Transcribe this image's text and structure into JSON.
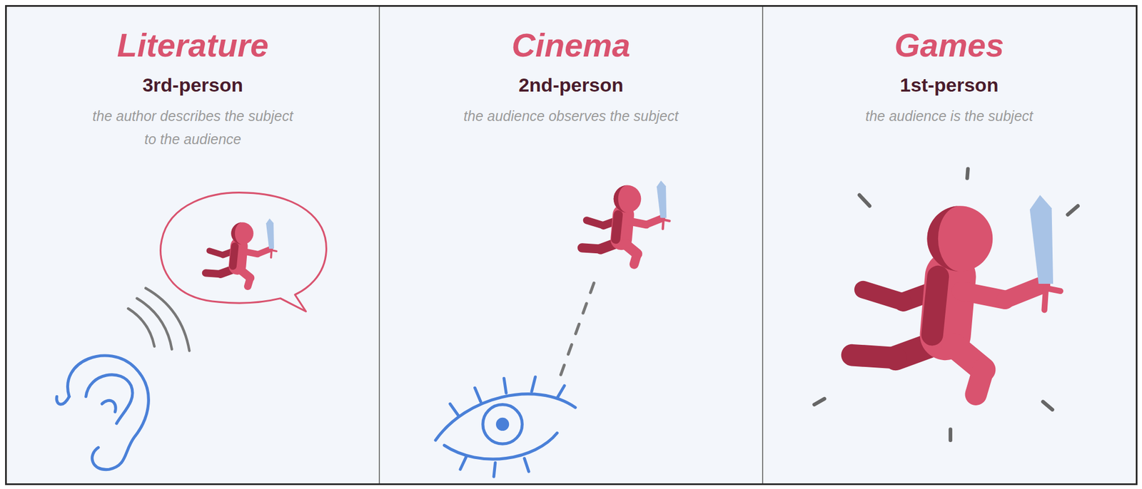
{
  "diagram": {
    "nodes": [
      {
        "text": [
          "Literature",
          "3rd-person",
          "the author describes the subject to the audience"
        ]
      },
      {
        "text": [
          "Cinema",
          "2nd-person",
          "the audience observes the subject"
        ]
      },
      {
        "text": [
          "Games",
          "1st-person",
          "the audience is the subject"
        ]
      }
    ]
  }
}
